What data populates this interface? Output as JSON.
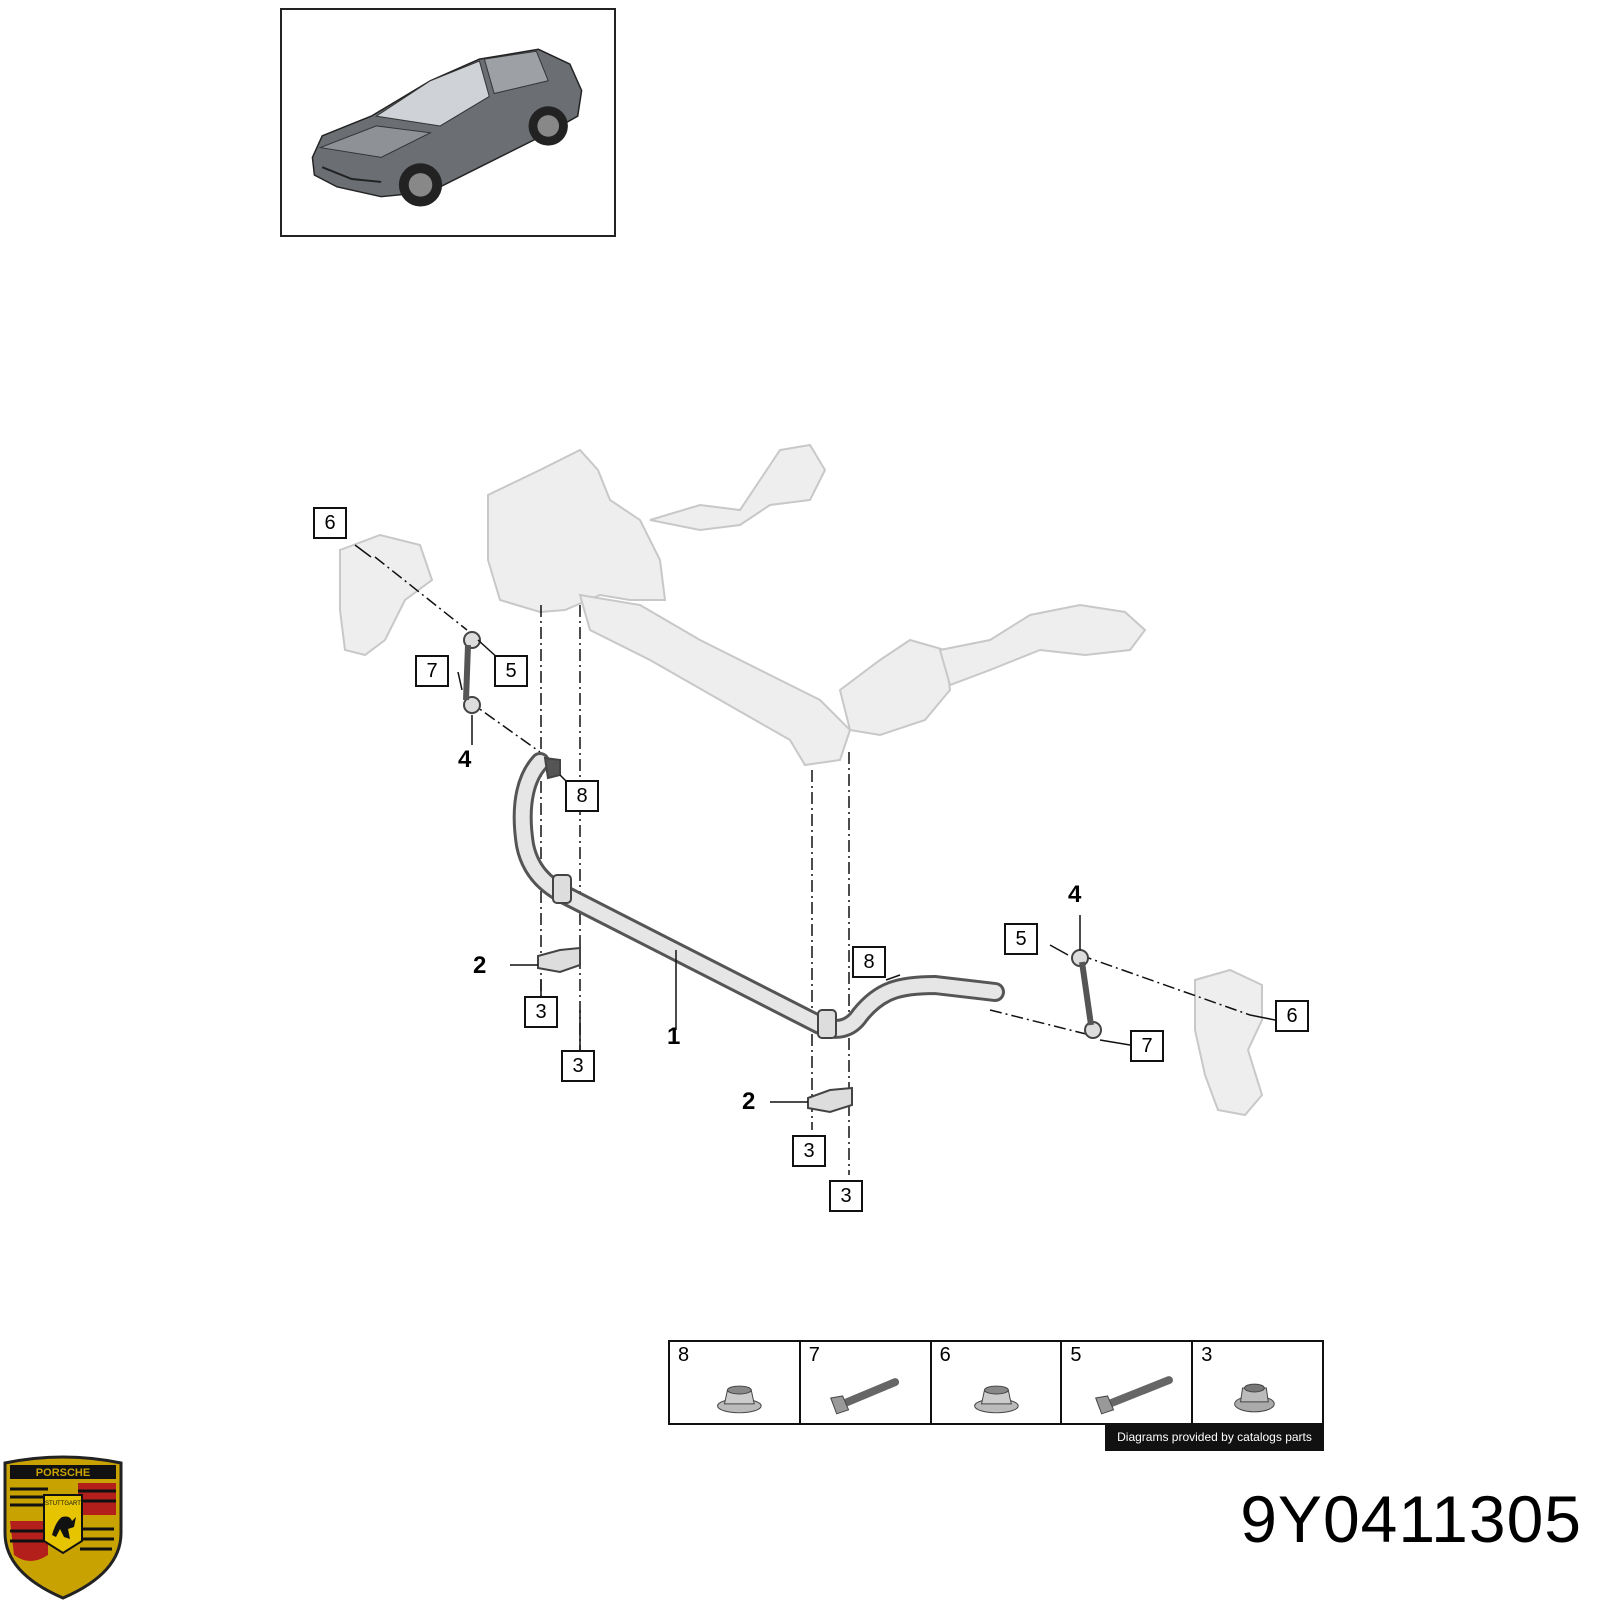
{
  "colors": {
    "line": "#111111",
    "part_fill": "#eeeeee",
    "part_stroke": "#cccccc",
    "car_body": "#6b6e73",
    "crest_gold": "#c8a200",
    "crest_red": "#b3201c"
  },
  "thumbnail": {
    "icon": "vehicle-overview-icon"
  },
  "callouts": {
    "c6_left": "6",
    "c7_left": "7",
    "c5_left": "5",
    "c4_left": "4",
    "c8_left": "8",
    "c2_left": "2",
    "c3_a": "3",
    "c3_b": "3",
    "c1": "1",
    "c8_right": "8",
    "c4_right": "4",
    "c5_right": "5",
    "c6_right": "6",
    "c7_right": "7",
    "c2_right": "2",
    "c3_c": "3",
    "c3_d": "3"
  },
  "legend": [
    {
      "num": "8",
      "icon": "flange-nut-icon"
    },
    {
      "num": "7",
      "icon": "hex-bolt-short-icon"
    },
    {
      "num": "6",
      "icon": "flange-nut-icon"
    },
    {
      "num": "5",
      "icon": "hex-bolt-long-icon"
    },
    {
      "num": "3",
      "icon": "collar-nut-icon"
    }
  ],
  "credit": "Diagrams provided by catalogs parts",
  "part_number": "9Y0411305",
  "brand": {
    "logo": "porsche-crest-icon",
    "crest_text": [
      "PORSCHE",
      "STUTTGART"
    ]
  }
}
